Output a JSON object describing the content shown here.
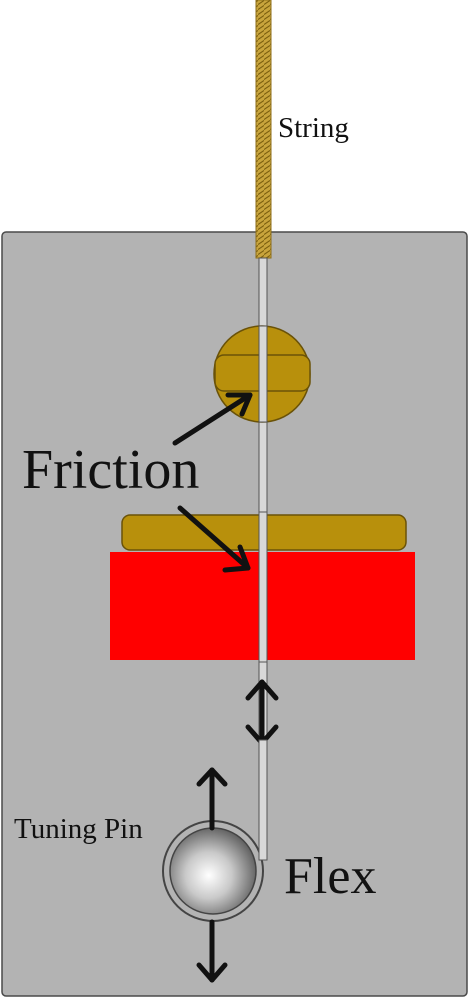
{
  "labels": {
    "string": "String",
    "friction": "Friction",
    "tuning_pin": "Tuning Pin",
    "flex": "Flex"
  },
  "colors": {
    "background": "#ffffff",
    "frame_fill": "#b3b3b3",
    "frame_stroke": "#4a4a4a",
    "string_brass": "#c8a43c",
    "brass_part": "#b8900c",
    "felt_red": "#ff0000",
    "wire": "#d8d8d8",
    "arrow": "#111111"
  },
  "icons": {
    "friction_arrows": "arrow-icon",
    "flex_arrow": "double-arrow-icon",
    "pin_arrows": "arrow-icon"
  }
}
